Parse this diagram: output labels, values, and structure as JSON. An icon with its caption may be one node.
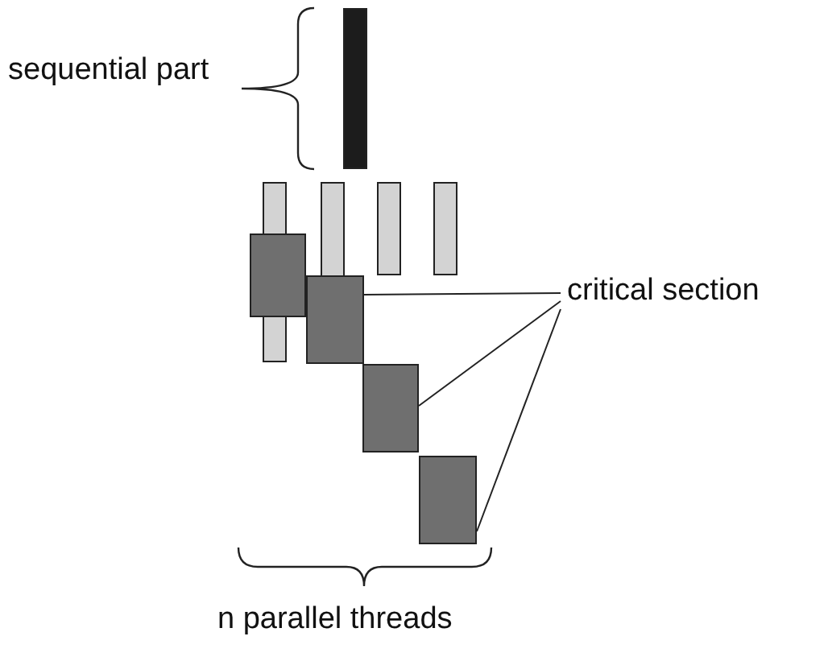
{
  "diagram": {
    "nodes": [
      {
        "text": [
          "critical section"
        ]
      },
      {
        "text": [],
        "shape": "box"
      },
      {
        "text": [],
        "shape": "box"
      },
      {
        "text": [],
        "shape": "box"
      },
      {
        "text": [],
        "shape": "box"
      },
      {
        "text": [],
        "shape": "bar"
      },
      {
        "text": [],
        "shape": "bar"
      },
      {
        "text": [],
        "shape": "bar"
      },
      {
        "text": [],
        "shape": "bar"
      },
      {
        "text": [],
        "shape": "bar"
      },
      {
        "text": [],
        "shape": "bar"
      }
    ],
    "edges": [
      {
        "from": 0,
        "to": 2,
        "arrow": "none"
      },
      {
        "from": 0,
        "to": 3,
        "arrow": "none"
      },
      {
        "from": 0,
        "to": 4,
        "arrow": "none"
      }
    ],
    "labels": [
      "sequential part",
      "n parallel threads"
    ]
  }
}
